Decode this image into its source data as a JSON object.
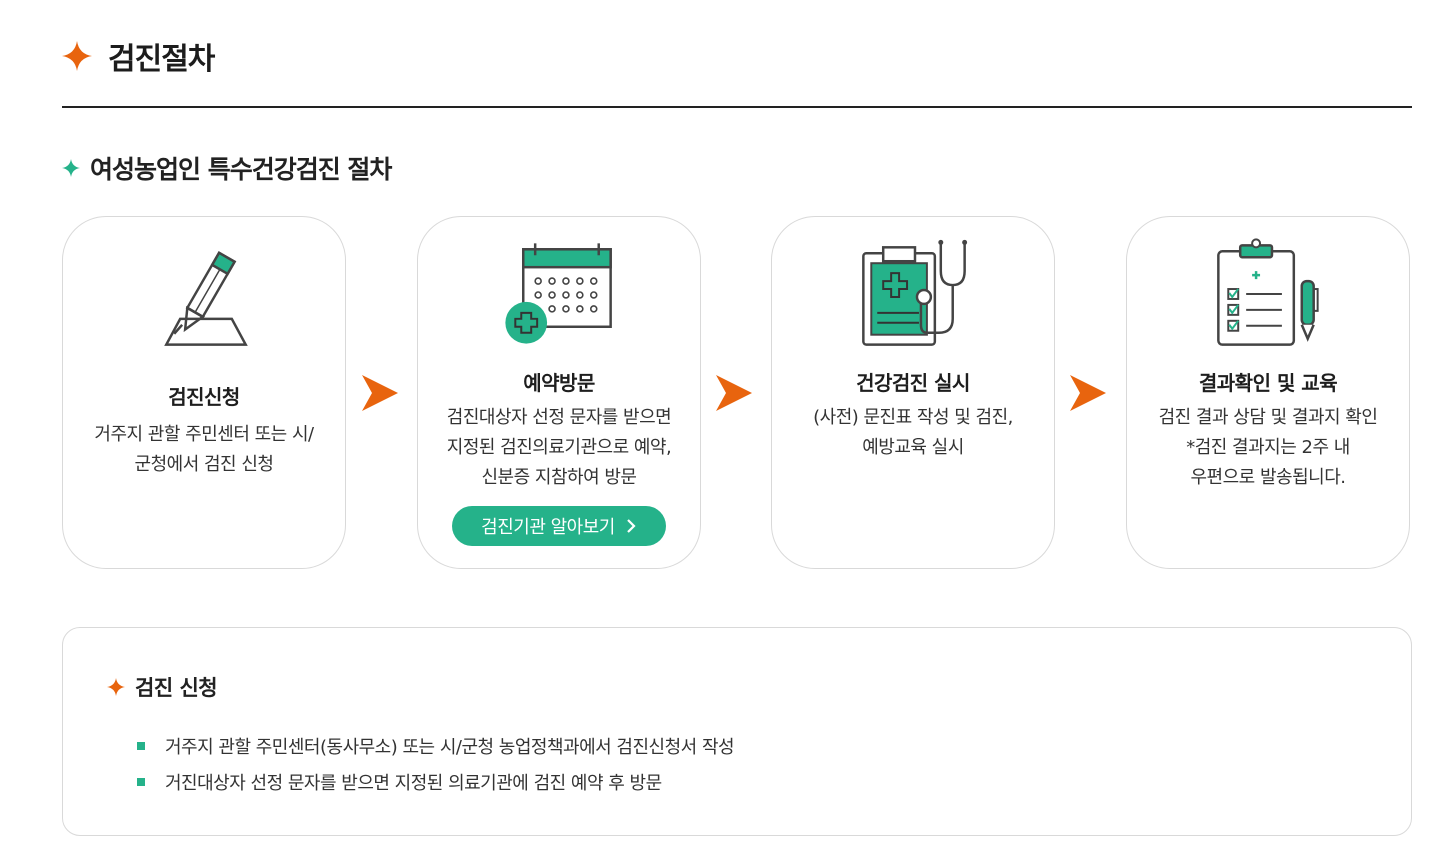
{
  "page": {
    "title": "검진절차"
  },
  "section": {
    "title": "여성농업인 특수건강검진 절차"
  },
  "steps": [
    {
      "title": "검진신청",
      "icon": "pen-writing-icon",
      "desc": [
        "거주지 관할 주민센터 또는 시/",
        "군청에서 검진 신청"
      ]
    },
    {
      "title": "예약방문",
      "icon": "calendar-medical-icon",
      "desc": [
        "검진대상자 선정 문자를 받으면",
        "지정된 검진의료기관으로 예약,",
        "신분증 지참하여 방문"
      ]
    },
    {
      "title": "건강검진 실시",
      "icon": "clipboard-stethoscope-icon",
      "desc": [
        "(사전) 문진표 작성 및 검진,",
        "예방교육 실시"
      ]
    },
    {
      "title": "결과확인 및 교육",
      "icon": "checklist-icon",
      "desc": [
        "검진 결과 상담 및 결과지 확인",
        "*검진 결과지는 2주 내",
        "우편으로 발송됩니다."
      ]
    }
  ],
  "find_button": {
    "label": "검진기관 알아보기"
  },
  "info": {
    "title": "검진 신청",
    "items": [
      "거주지 관할 주민센터(동사무소) 또는 시/군청 농업정책과에서 검진신청서 작성",
      "거진대상자 선정 문자를 받으면 지정된 의료기관에 검진 예약 후 방문"
    ]
  },
  "colors": {
    "accent_orange": "#e8640e",
    "accent_green": "#25b28a",
    "icon_stroke": "#444444"
  }
}
